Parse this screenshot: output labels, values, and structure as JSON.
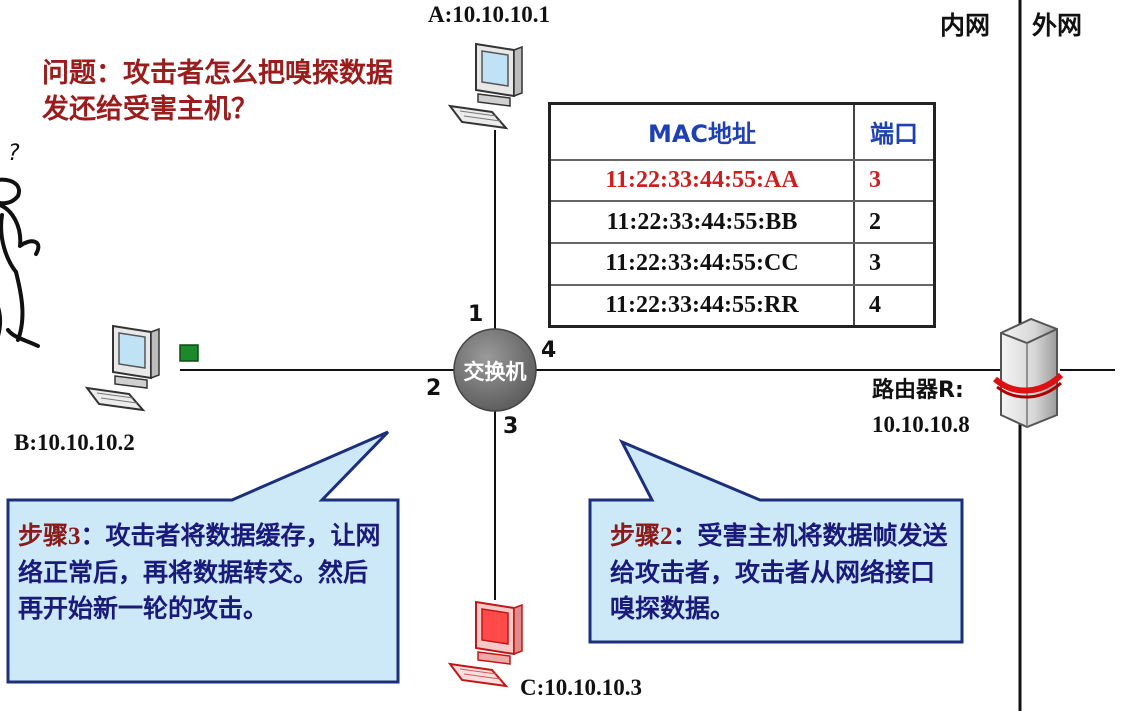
{
  "question": "问题：攻击者怎么把嗅探数据发还给受害主机？",
  "question_mark": "?",
  "hosts": {
    "a": "A:10.10.10.1",
    "b": "B:10.10.10.2",
    "c": "C:10.10.10.3"
  },
  "switch": "交换机",
  "ports": {
    "p1": "1",
    "p2": "2",
    "p3": "3",
    "p4": "4"
  },
  "router": {
    "line1": "路由器R:",
    "line2": "10.10.10.8"
  },
  "zones": {
    "inner": "内网",
    "outer": "外网"
  },
  "mac_table": {
    "headers": {
      "mac": "MAC地址",
      "port": "端口"
    },
    "rows": [
      {
        "mac": "11:22:33:44:55:AA",
        "port": "3"
      },
      {
        "mac": "11:22:33:44:55:BB",
        "port": "2"
      },
      {
        "mac": "11:22:33:44:55:CC",
        "port": "3"
      },
      {
        "mac": "11:22:33:44:55:RR",
        "port": "4"
      }
    ]
  },
  "callout_left": {
    "step": "步骤3",
    "text": "：攻击者将数据缓存，让网络正常后，再将数据转交。然后再开始新一轮的攻击。"
  },
  "callout_right": {
    "step": "步骤2",
    "text": "：受害主机将数据帧发送给攻击者，攻击者从网络接口嗅探数据。"
  },
  "colors": {
    "accent_red": "#cc1f1f",
    "callout_fill": "#cde8f7",
    "callout_border": "#1b2f7a",
    "header_blue": "#1f3fb5",
    "step_red": "#8b1a1a",
    "switch_gray": "#7a7a7a",
    "indicator_green": "#1d8a2a"
  }
}
